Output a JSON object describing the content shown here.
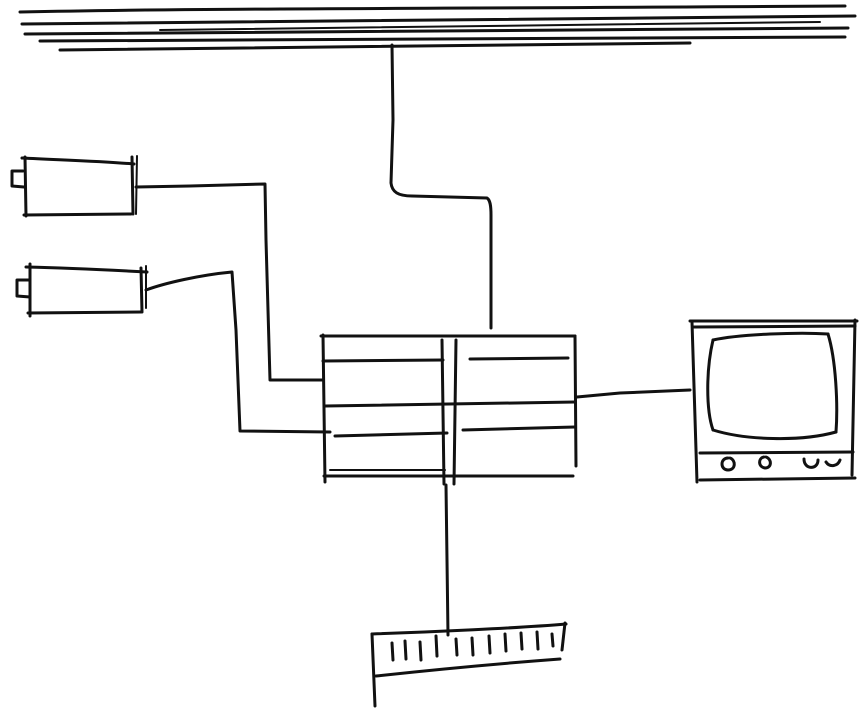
{
  "diagram": {
    "components": [
      {
        "id": "network-bus",
        "icon": "network-bus-icon"
      },
      {
        "id": "camera-1",
        "icon": "camera-icon"
      },
      {
        "id": "camera-2",
        "icon": "camera-icon"
      },
      {
        "id": "switcher-unit",
        "icon": "rack-unit-icon"
      },
      {
        "id": "monitor",
        "icon": "monitor-icon"
      },
      {
        "id": "keyboard-controller",
        "icon": "keyboard-icon"
      }
    ],
    "connections": [
      {
        "from": "network-bus",
        "to": "switcher-unit"
      },
      {
        "from": "camera-1",
        "to": "switcher-unit"
      },
      {
        "from": "camera-2",
        "to": "switcher-unit"
      },
      {
        "from": "switcher-unit",
        "to": "monitor"
      },
      {
        "from": "switcher-unit",
        "to": "keyboard-controller"
      }
    ],
    "ink_color": "#111111",
    "background_color": "#ffffff"
  }
}
